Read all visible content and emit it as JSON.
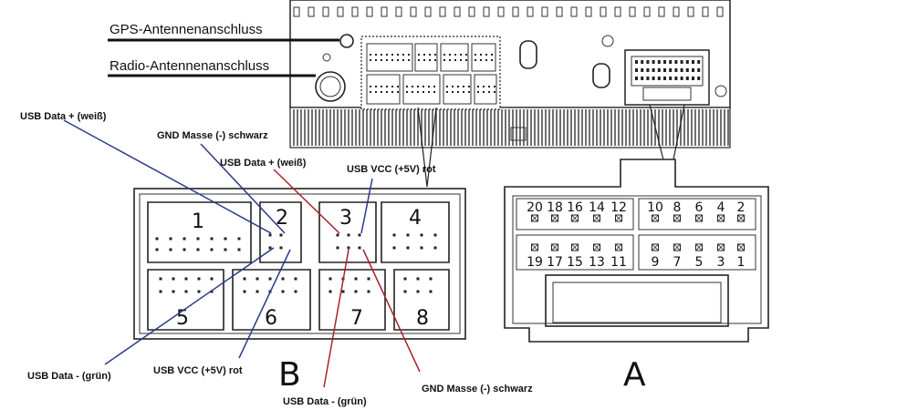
{
  "antenna": {
    "gps_label": "GPS-Antennenanschluss",
    "radio_label": "Radio-Antennenanschluss"
  },
  "wires": {
    "b2_usb_data_plus": "USB Data + (weiß)",
    "b2_gnd": "GND Masse (-) schwarz",
    "b3_usb_data_plus": "USB Data + (weiß)",
    "b3_vcc": "USB VCC (+5V)  rot",
    "b2_usb_data_minus": "USB Data - (grün)",
    "b2_vcc": "USB VCC (+5V) rot",
    "b3_usb_data_minus": "USB Data - (grün)",
    "b3_gnd": "GND Masse (-)  schwarz"
  },
  "connector_b": {
    "label": "B",
    "blocks": [
      "1",
      "2",
      "3",
      "4",
      "5",
      "6",
      "7",
      "8"
    ]
  },
  "connector_a": {
    "label": "A",
    "top_pins": [
      "20",
      "18",
      "16",
      "14",
      "12",
      "10",
      "8",
      "6",
      "4",
      "2"
    ],
    "bottom_pins": [
      "19",
      "17",
      "15",
      "13",
      "11",
      "9",
      "7",
      "5",
      "3",
      "1"
    ]
  },
  "colors": {
    "line": "#222222",
    "blue_wire": "#2b3a8c",
    "red_wire": "#a8242a"
  }
}
